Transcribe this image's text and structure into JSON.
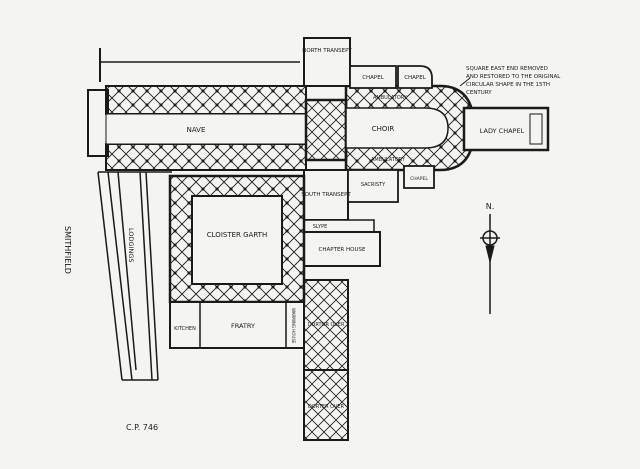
{
  "labels": {
    "north_transept": "NORTH TRANSEPT",
    "chapel_left": "CHAPEL",
    "chapel_right": "CHAPEL",
    "note": "SQUARE EAST END REMOVED AND RESTORED TO THE ORIGINAL CIRCULAR SHAPE IN THE 15TH CENTURY",
    "nave": "NAVE",
    "ambulatory_n": "AMBULATORY",
    "choir": "CHOIR",
    "lady_chapel": "LADY CHAPEL",
    "ambulatory_s": "AMBULATORY",
    "sacristy": "SACRISTY",
    "chapel_small": "CHAPEL",
    "south_transept": "SOUTH TRANSEPT",
    "slype": "SLYPE",
    "chapter_house": "CHAPTER HOUSE",
    "cloister_garth": "CLOISTER GARTH",
    "lodgings": "LODGINGS",
    "smithfield": "SMITHFIELD",
    "kitchen": "KITCHEN",
    "fratry": "FRATRY",
    "warming_house": "WARMING HOUSE",
    "dorter_over_1": "DORTOR OVER",
    "dorter_over_2": "DORTER OVER",
    "north": "N.",
    "ref": "C.P. 746"
  },
  "colors": {
    "ink": "#1a1a1a",
    "paper": "#f4f4f1"
  }
}
